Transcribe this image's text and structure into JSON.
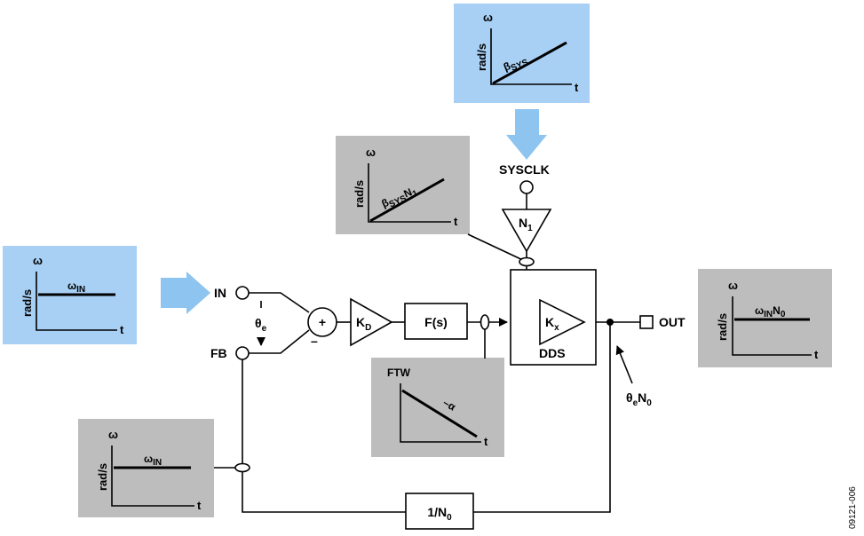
{
  "colors": {
    "blue_panel": "#a8cff4",
    "gray_panel": "#bdbdbd",
    "arrow_blue": "#8ec4f0"
  },
  "panels": {
    "sysclk_input": {
      "y_label": "ω",
      "axis_label": "rad/s",
      "x_label": "t",
      "slope_base": "β",
      "slope_sub": "SYS"
    },
    "n1_output": {
      "y_label": "ω",
      "axis_label": "rad/s",
      "x_label": "t",
      "slope_base": "β",
      "slope_sub": "SYS",
      "slope_suffix": "N",
      "slope_suffix_sub": "1"
    },
    "in_signal": {
      "y_label": "ω",
      "axis_label": "rad/s",
      "x_label": "t",
      "level_base": "ω",
      "level_sub": "IN"
    },
    "out_signal": {
      "y_label": "ω",
      "axis_label": "rad/s",
      "x_label": "t",
      "level_base": "ω",
      "level_sub": "IN",
      "level_suffix": "N",
      "level_suffix_sub": "0"
    },
    "fb_signal": {
      "y_label": "ω",
      "axis_label": "rad/s",
      "x_label": "t",
      "level_base": "ω",
      "level_sub": "IN"
    },
    "ftw": {
      "title": "FTW",
      "slope_label": "–α",
      "x_label": "t"
    }
  },
  "blocks": {
    "sysclk_label": "SYSCLK",
    "n1_base": "N",
    "n1_sub": "1",
    "kd_base": "K",
    "kd_sub": "D",
    "filter": "F(s)",
    "kx_base": "K",
    "kx_sub": "x",
    "dds": "DDS",
    "divider_prefix": "1/N",
    "divider_sub": "0",
    "summer_plus": "+",
    "summer_minus": "–"
  },
  "ports": {
    "in": "IN",
    "fb": "FB",
    "out": "OUT"
  },
  "annotations": {
    "theta_e_base": "θ",
    "theta_e_sub": "e",
    "out_phase_base": "θ",
    "out_phase_sub": "e",
    "out_phase_suffix": "N",
    "out_phase_suffix_sub": "0"
  },
  "figure_id": "09121-006"
}
